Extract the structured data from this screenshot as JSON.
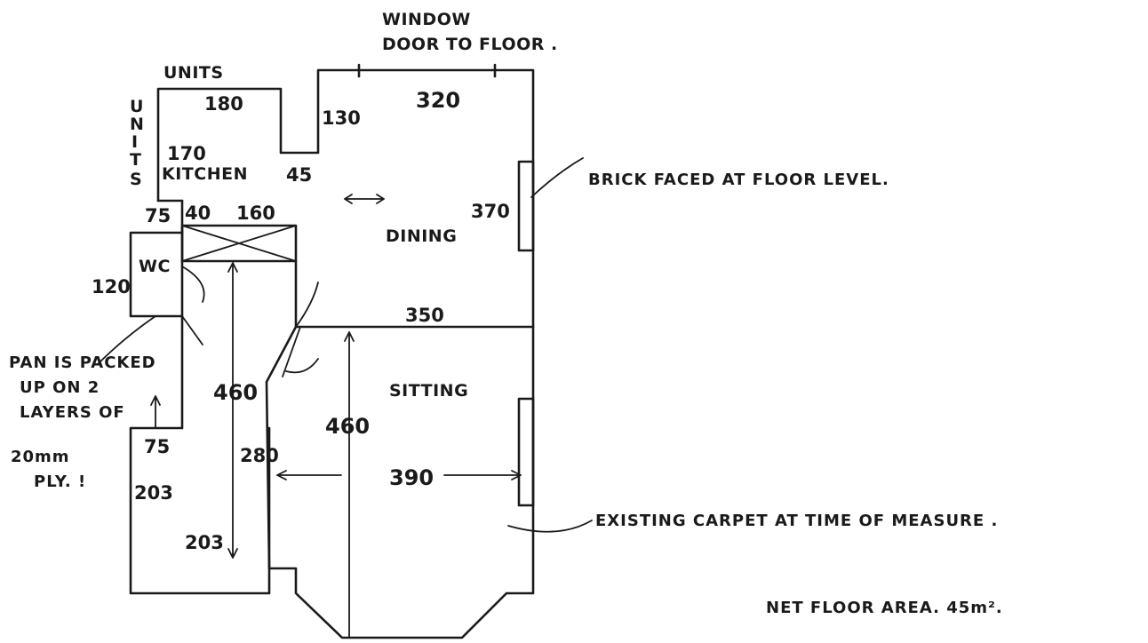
{
  "labels": {
    "window_line1": "WINDOW",
    "window_line2": "DOOR TO FLOOR .",
    "units_top": "UNITS",
    "units_side": [
      "U",
      "N",
      "I",
      "T",
      "S"
    ],
    "kitchen": "KITCHEN",
    "dining": "DINING",
    "wc": "WC",
    "sitting": "SITTING",
    "brick_note": "BRICK FACED AT FLOOR LEVEL.",
    "pan_note": [
      "PAN IS PACKED",
      "UP ON 2",
      "LAYERS OF",
      "20mm",
      "PLY. !"
    ],
    "carpet_note": "EXISTING CARPET AT TIME OF MEASURE .",
    "area_note": "NET FLOOR AREA. 45m²."
  },
  "dimensions": {
    "kitchen_width": "180",
    "kitchen_depth": "170",
    "step_130": "130",
    "step_45": "45",
    "dining_width": "320",
    "dining_depth": "370",
    "hall_75_top": "75",
    "hall_40": "40",
    "hall_160": "160",
    "wc_120": "120",
    "dining_bottom": "350",
    "hall_460": "460",
    "sitting_460": "460",
    "hall_75_bottom": "75",
    "hall_280": "280",
    "sitting_390": "390",
    "bottom_203_left": "203",
    "bottom_203": "203"
  },
  "style": {
    "ink": "#1a1a1a",
    "paper": "#ffffff"
  }
}
